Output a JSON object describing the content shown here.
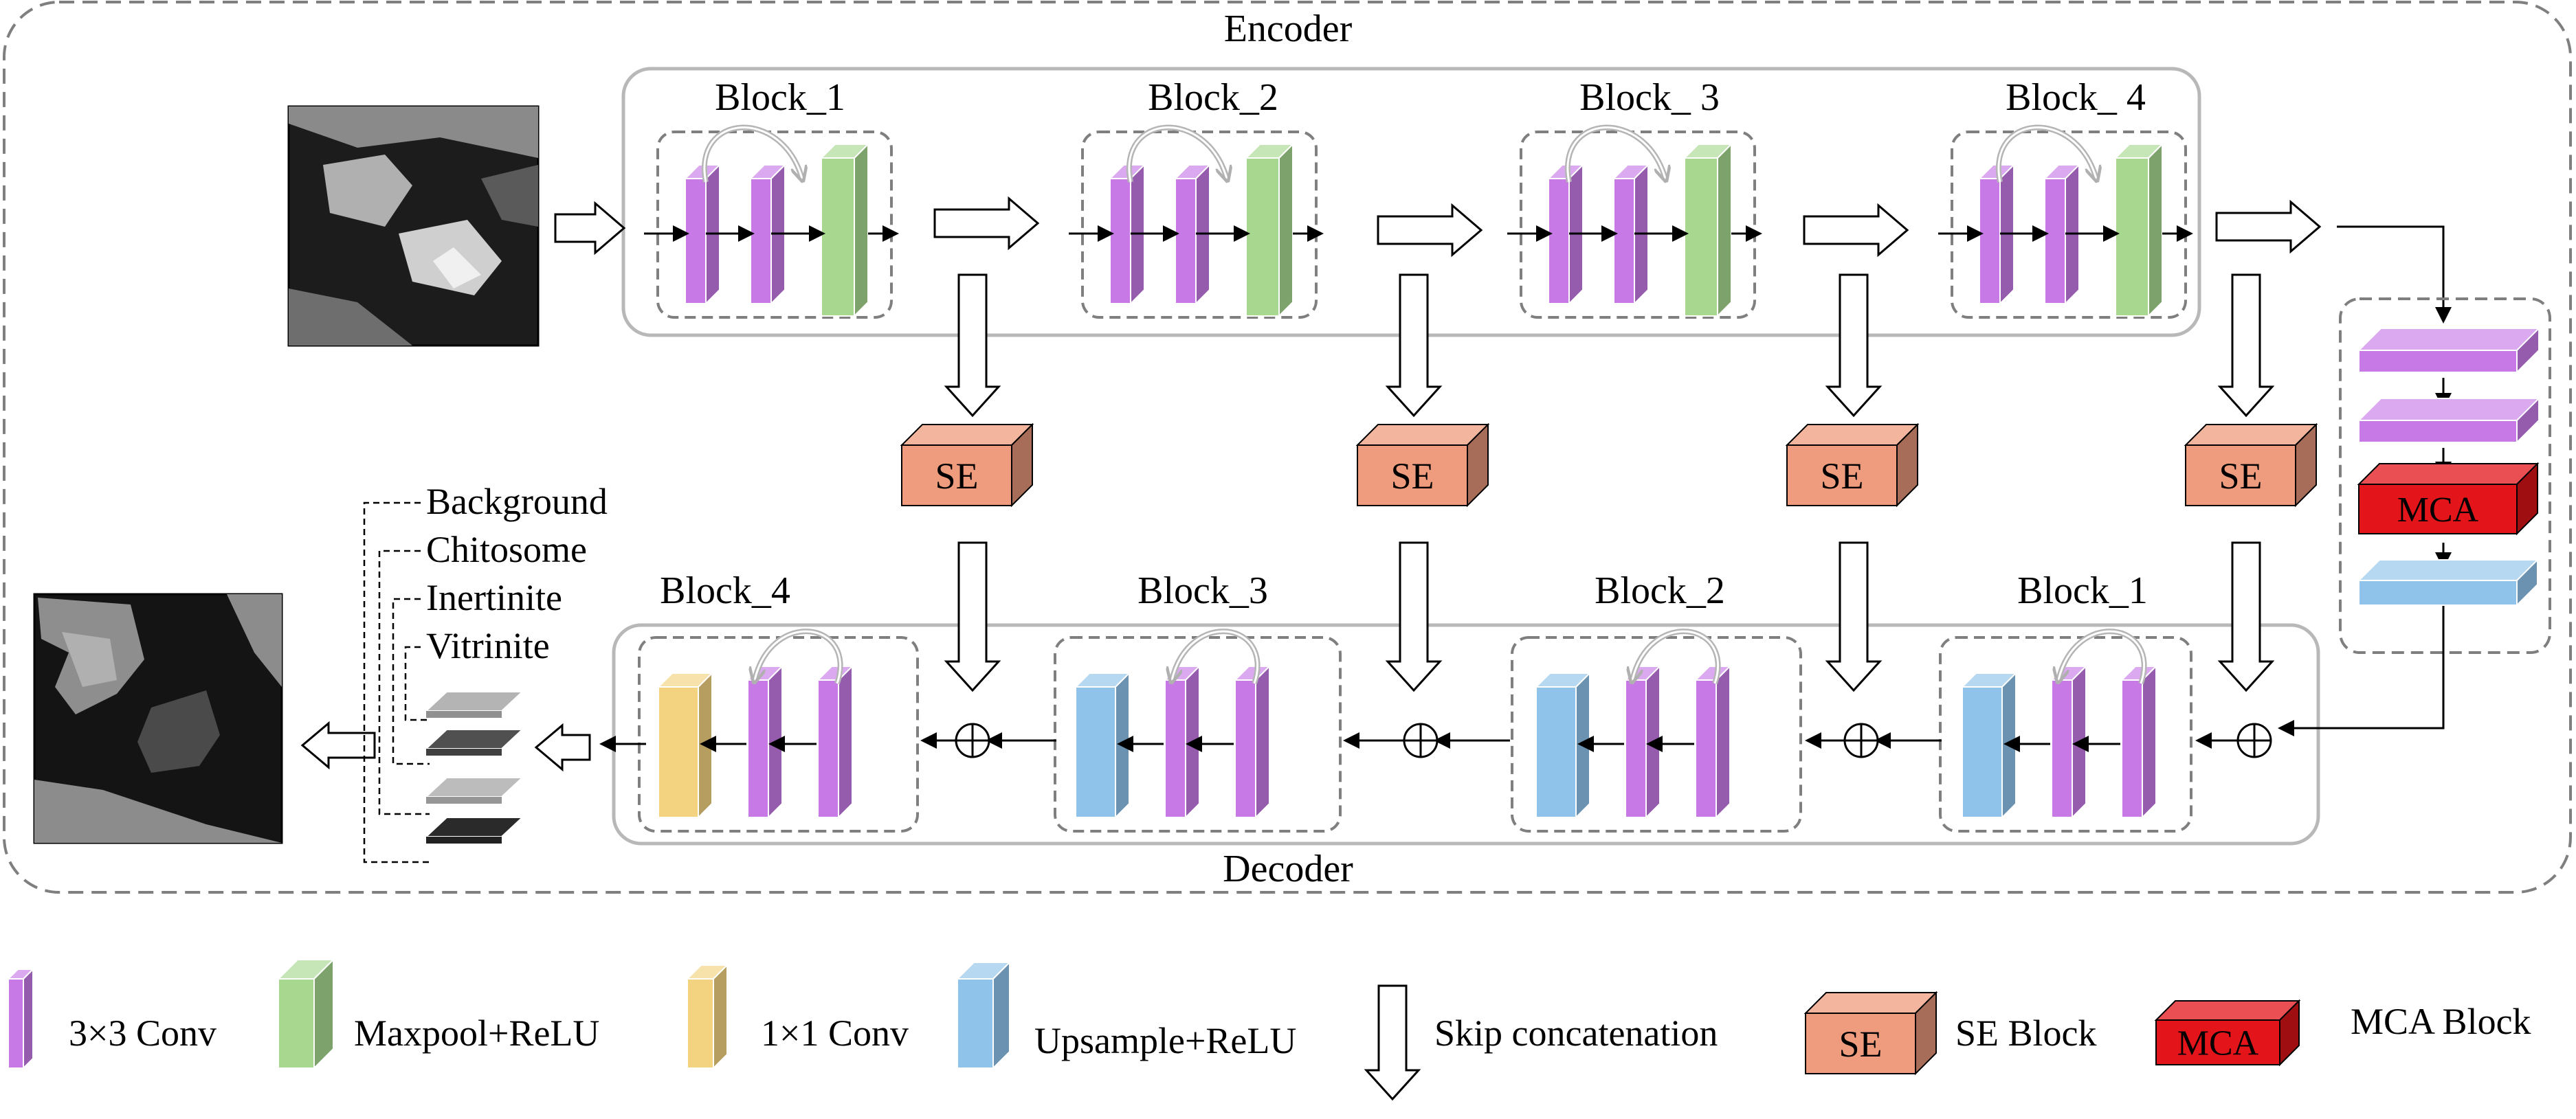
{
  "encoder": {
    "title": "Encoder",
    "blocks": [
      "Block_1",
      "Block_2",
      "Block_ 3",
      "Block_ 4"
    ]
  },
  "decoder": {
    "title": "Decoder",
    "blocks": [
      "Block_4",
      "Block_3",
      "Block_2",
      "Block_1"
    ]
  },
  "se_label": "SE",
  "mca_label": "MCA",
  "classes": [
    "Background",
    "Chitosome",
    "Inertinite",
    "Vitrinite"
  ],
  "legend": [
    {
      "label": "3×3 Conv",
      "icon": "conv3-slab-icon",
      "color": "#c77ae6"
    },
    {
      "label": "Maxpool+ReLU",
      "icon": "maxpool-slab-icon",
      "color": "#a8d890"
    },
    {
      "label": "1×1 Conv",
      "icon": "conv1-slab-icon",
      "color": "#f3d280"
    },
    {
      "label": "Upsample+ReLU",
      "icon": "upsample-slab-icon",
      "color": "#8fc3ea"
    },
    {
      "label": "Skip concatenation",
      "icon": "down-arrow-icon"
    },
    {
      "label": "SE Block",
      "icon": "se-box-icon",
      "text": "SE"
    },
    {
      "label": "MCA Block",
      "icon": "mca-box-icon",
      "text": "MCA"
    }
  ],
  "colors": {
    "conv": "#c77ae6",
    "maxpool": "#a8d890",
    "conv1x1": "#f3d280",
    "upsample": "#8fc3ea",
    "se": "#ef9c7e",
    "mca": "#e3151a",
    "frame": "#8c8c8c"
  }
}
